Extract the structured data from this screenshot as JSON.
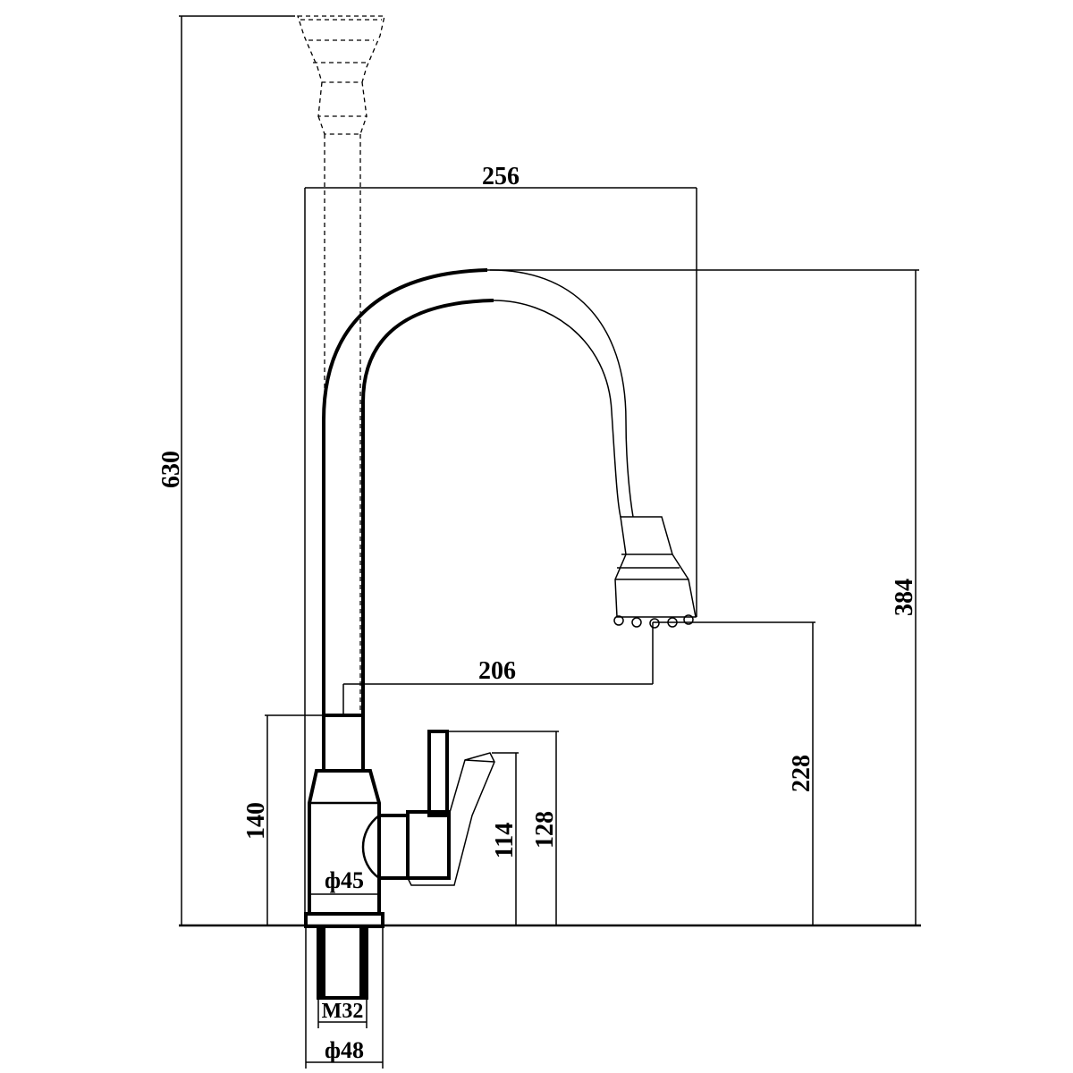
{
  "dimensions": {
    "total_height": "630",
    "spout_reach": "256",
    "spout_height": "384",
    "aerator_reach": "206",
    "aerator_height": "228",
    "body_height": "140",
    "handle_height_1": "114",
    "handle_height_2": "128",
    "body_diameter": "ф45",
    "thread_size": "M32",
    "base_diameter": "ф48"
  },
  "colors": {
    "line": "#000000",
    "background": "#ffffff"
  }
}
